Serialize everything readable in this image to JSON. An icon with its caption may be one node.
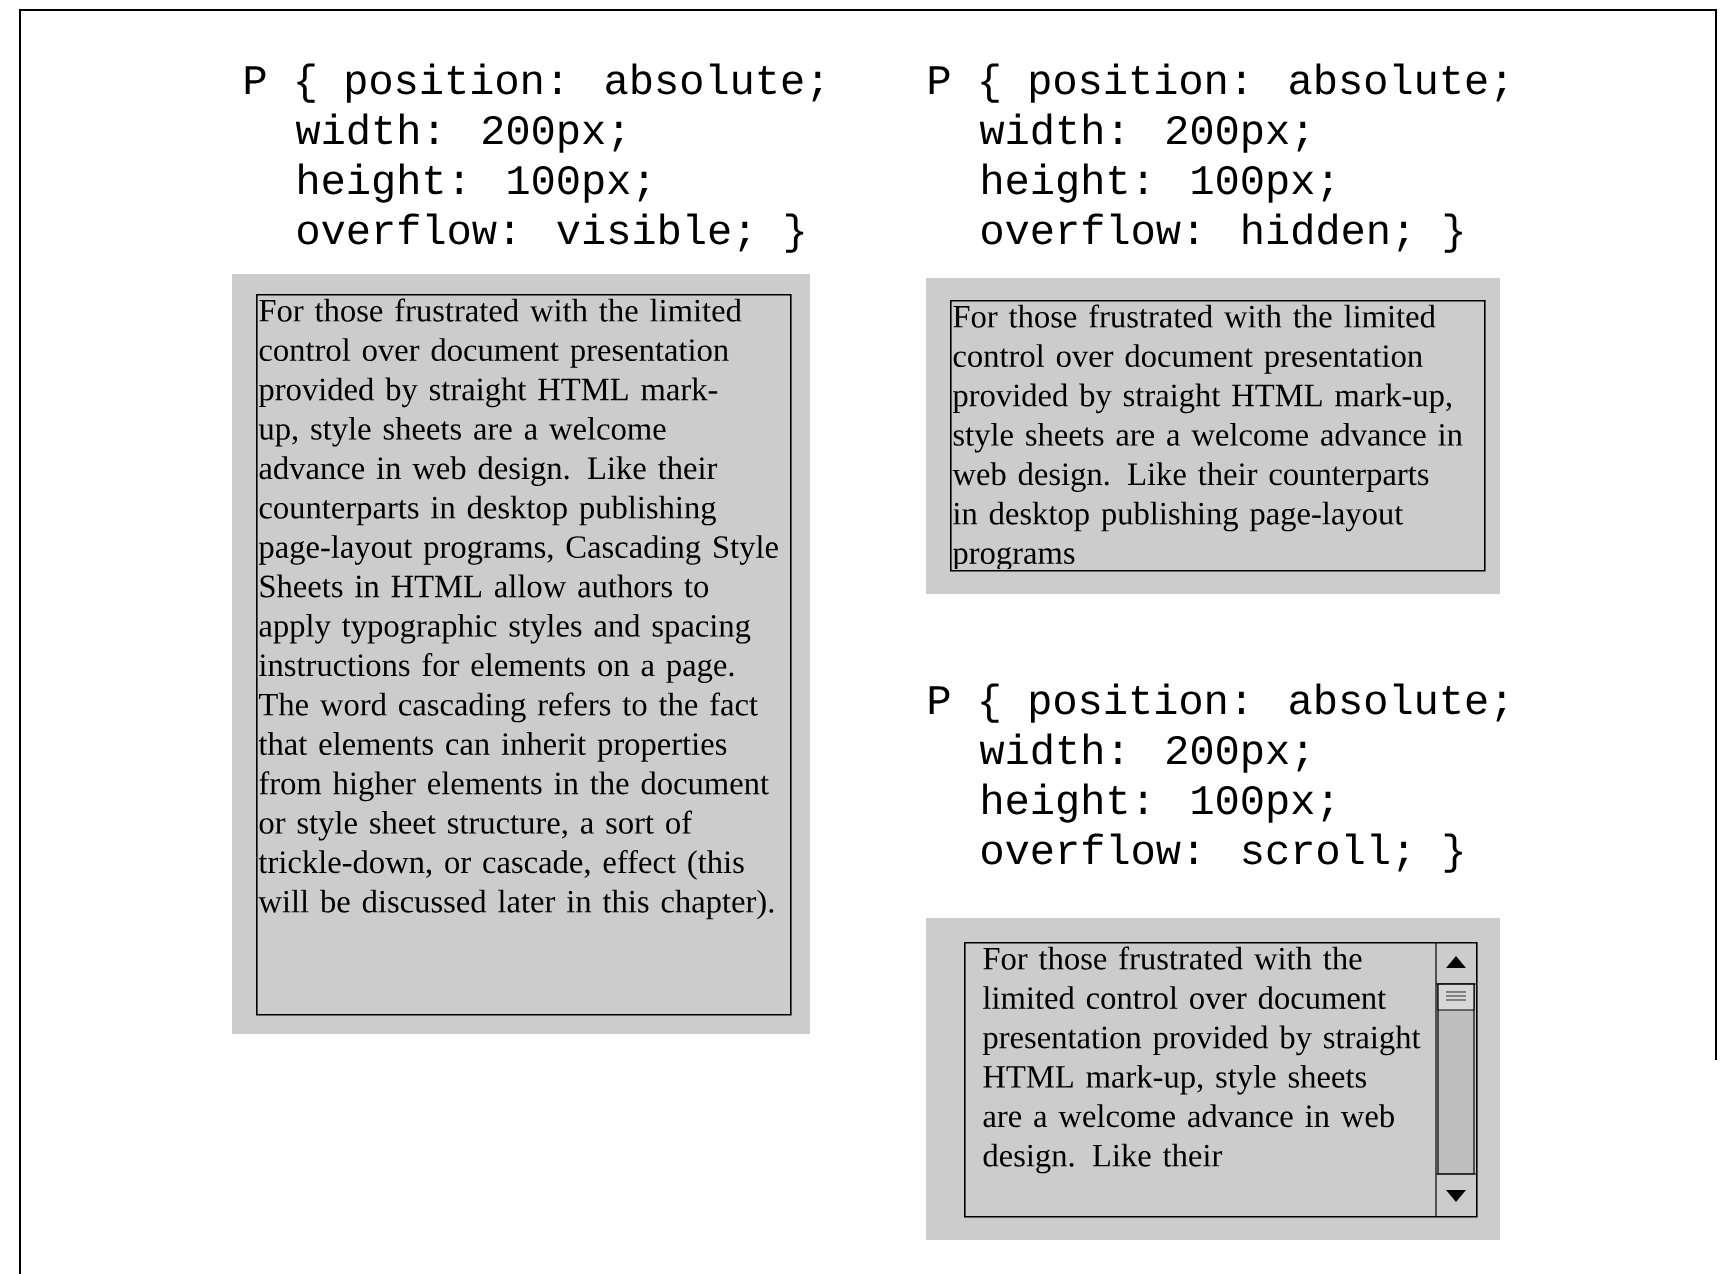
{
  "diagram": {
    "nodes": [
      {
        "text": [
          "For those frustrated with the limited control over document presentation provided by straight HTML mark-up, style sheets are a welcome advance in web design. Like their counterparts in desktop publishing page-layout programs, Cascading Style Sheets in HTML allow authors to apply typographic styles and spacing instructions for elements on a page. The word cascading refers to the fact that elements can inherit properties from higher elements in the document or style sheet structure, a sort of trickle-down, or cascade, effect (this will be discussed later in this chapter)."
        ]
      },
      {
        "text": [
          "For those frustrated with the limited control over document presentation provided by straight HTML mark-up, style sheets are a welcome advance in web design. Like their counterparts in desktop publishing page-layout programs"
        ]
      },
      {
        "text": [
          "For those frustrated with the limited control over document presentation provided by straight HTML mark-up, style sheets are a welcome advance in web design. Like their"
        ]
      }
    ],
    "labels": [
      "P { position: absolute;",
      "width: 200px;",
      "height: 100px;",
      "overflow: visible; }",
      "P { position: absolute;",
      "width: 200px;",
      "height: 100px;",
      "overflow: hidden; }",
      "P { position: absolute;",
      "width: 200px;",
      "height: 100px;",
      "overflow: scroll; }"
    ]
  }
}
